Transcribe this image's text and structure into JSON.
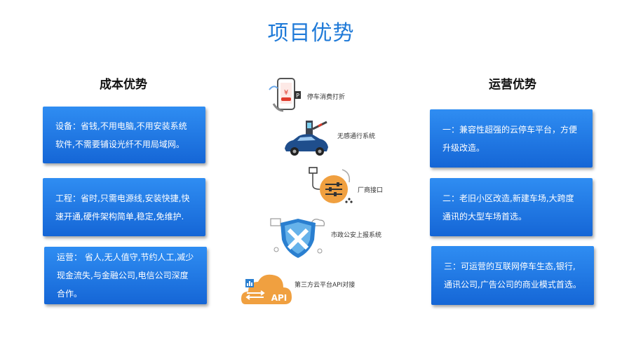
{
  "page": {
    "title": "项目优势"
  },
  "left": {
    "heading": "成本优势",
    "cards": [
      {
        "text": "设备：省钱,不用电脑,不用安装系统软件,不需要铺设光纤不用局域网。"
      },
      {
        "text": "工程：省时,只需电源线,安装快捷,快速开通,硬件架构简单,稳定,免维护."
      },
      {
        "text": "运营：   省人,无人值守,节约人工,减少现金流失,与金融公司,电信公司深度合作。"
      }
    ]
  },
  "right": {
    "heading": "运营优势",
    "cards": [
      {
        "text": "一：兼容性超强的云停车平台，方便升级改造。"
      },
      {
        "text": "二：老旧小区改造,新建车场,大跨度通讯的大型车场首选。"
      },
      {
        "text": "三：可运营的互联网停车生态,银行,通讯公司,广告公司的商业模式首选。"
      }
    ]
  },
  "center": {
    "features": [
      {
        "label": "停车消费打折",
        "icon": "phone-payment-icon"
      },
      {
        "label": "无感通行系统",
        "icon": "car-barrier-gate-icon"
      },
      {
        "label": "厂商接口",
        "icon": "interface-settings-icon"
      },
      {
        "label": "市政公安上报系统",
        "icon": "security-shield-icon"
      },
      {
        "label": "第三方云平台API对接",
        "icon": "cloud-api-icon",
        "badge": "API"
      }
    ]
  },
  "colors": {
    "title": "#1f7ad8",
    "card_top": "#2f8df2",
    "card_bottom": "#1566d6",
    "accent_orange": "#f0a040"
  }
}
